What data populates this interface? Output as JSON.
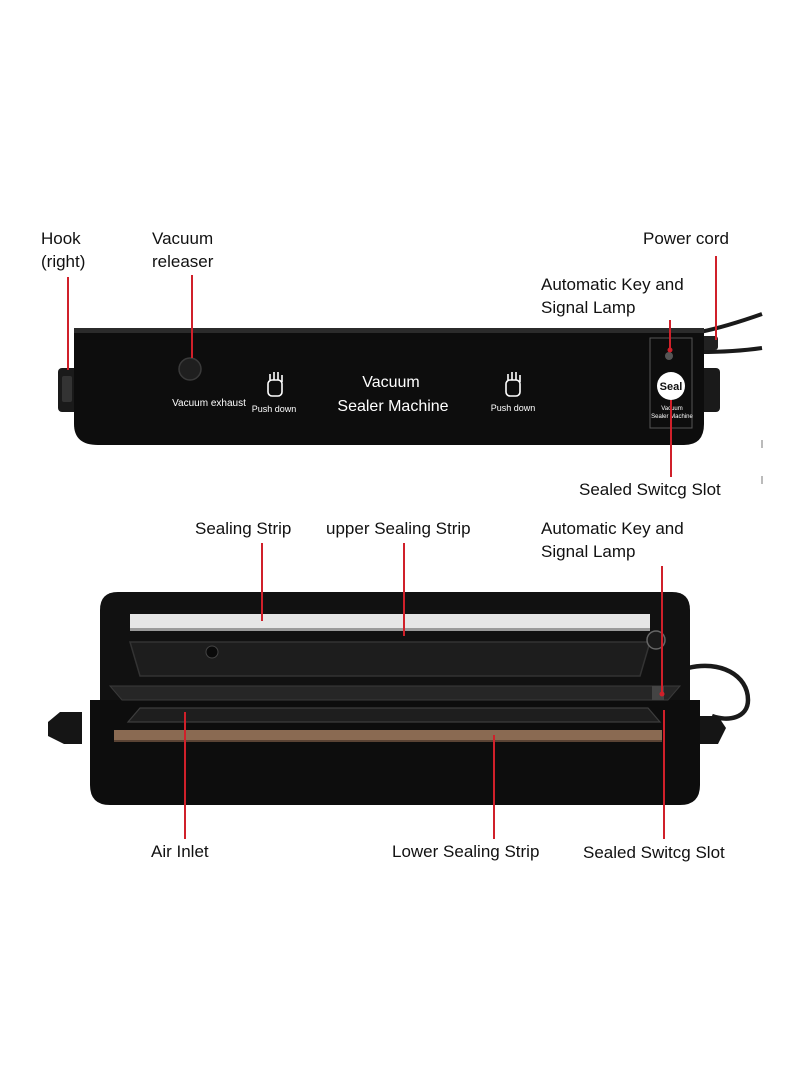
{
  "top_view": {
    "labels": {
      "hook_line1": "Hook",
      "hook_line2": "(right)",
      "vacuum_releaser_line1": "Vacuum",
      "vacuum_releaser_line2": "releaser",
      "power_cord": "Power cord",
      "auto_key_line1": "Automatic Key and",
      "auto_key_line2": "Signal Lamp",
      "sealed_slot": "Sealed Switcg Slot"
    },
    "device_text": {
      "vacuum_exhaust": "Vacuum exhaust",
      "push_down_left": "Push down",
      "title_line1": "Vacuum",
      "title_line2": "Sealer Machine",
      "push_down_right": "Push down",
      "seal_button": "Seal",
      "seal_caption_line1": "Vacuum",
      "seal_caption_line2": "Sealer Machine"
    }
  },
  "open_view": {
    "labels": {
      "sealing_strip": "Sealing Strip",
      "upper_sealing_strip": "upper Sealing Strip",
      "auto_key_line1": "Automatic Key and",
      "auto_key_line2": "Signal Lamp",
      "air_inlet": "Air Inlet",
      "lower_sealing_strip": "Lower Sealing Strip",
      "sealed_slot": "Sealed Switcg Slot"
    }
  },
  "colors": {
    "pointer": "#d0202a",
    "device_body": "#0d0d0d",
    "lower_strip": "#8a6a52",
    "upper_strip": "#e6e6e6"
  }
}
